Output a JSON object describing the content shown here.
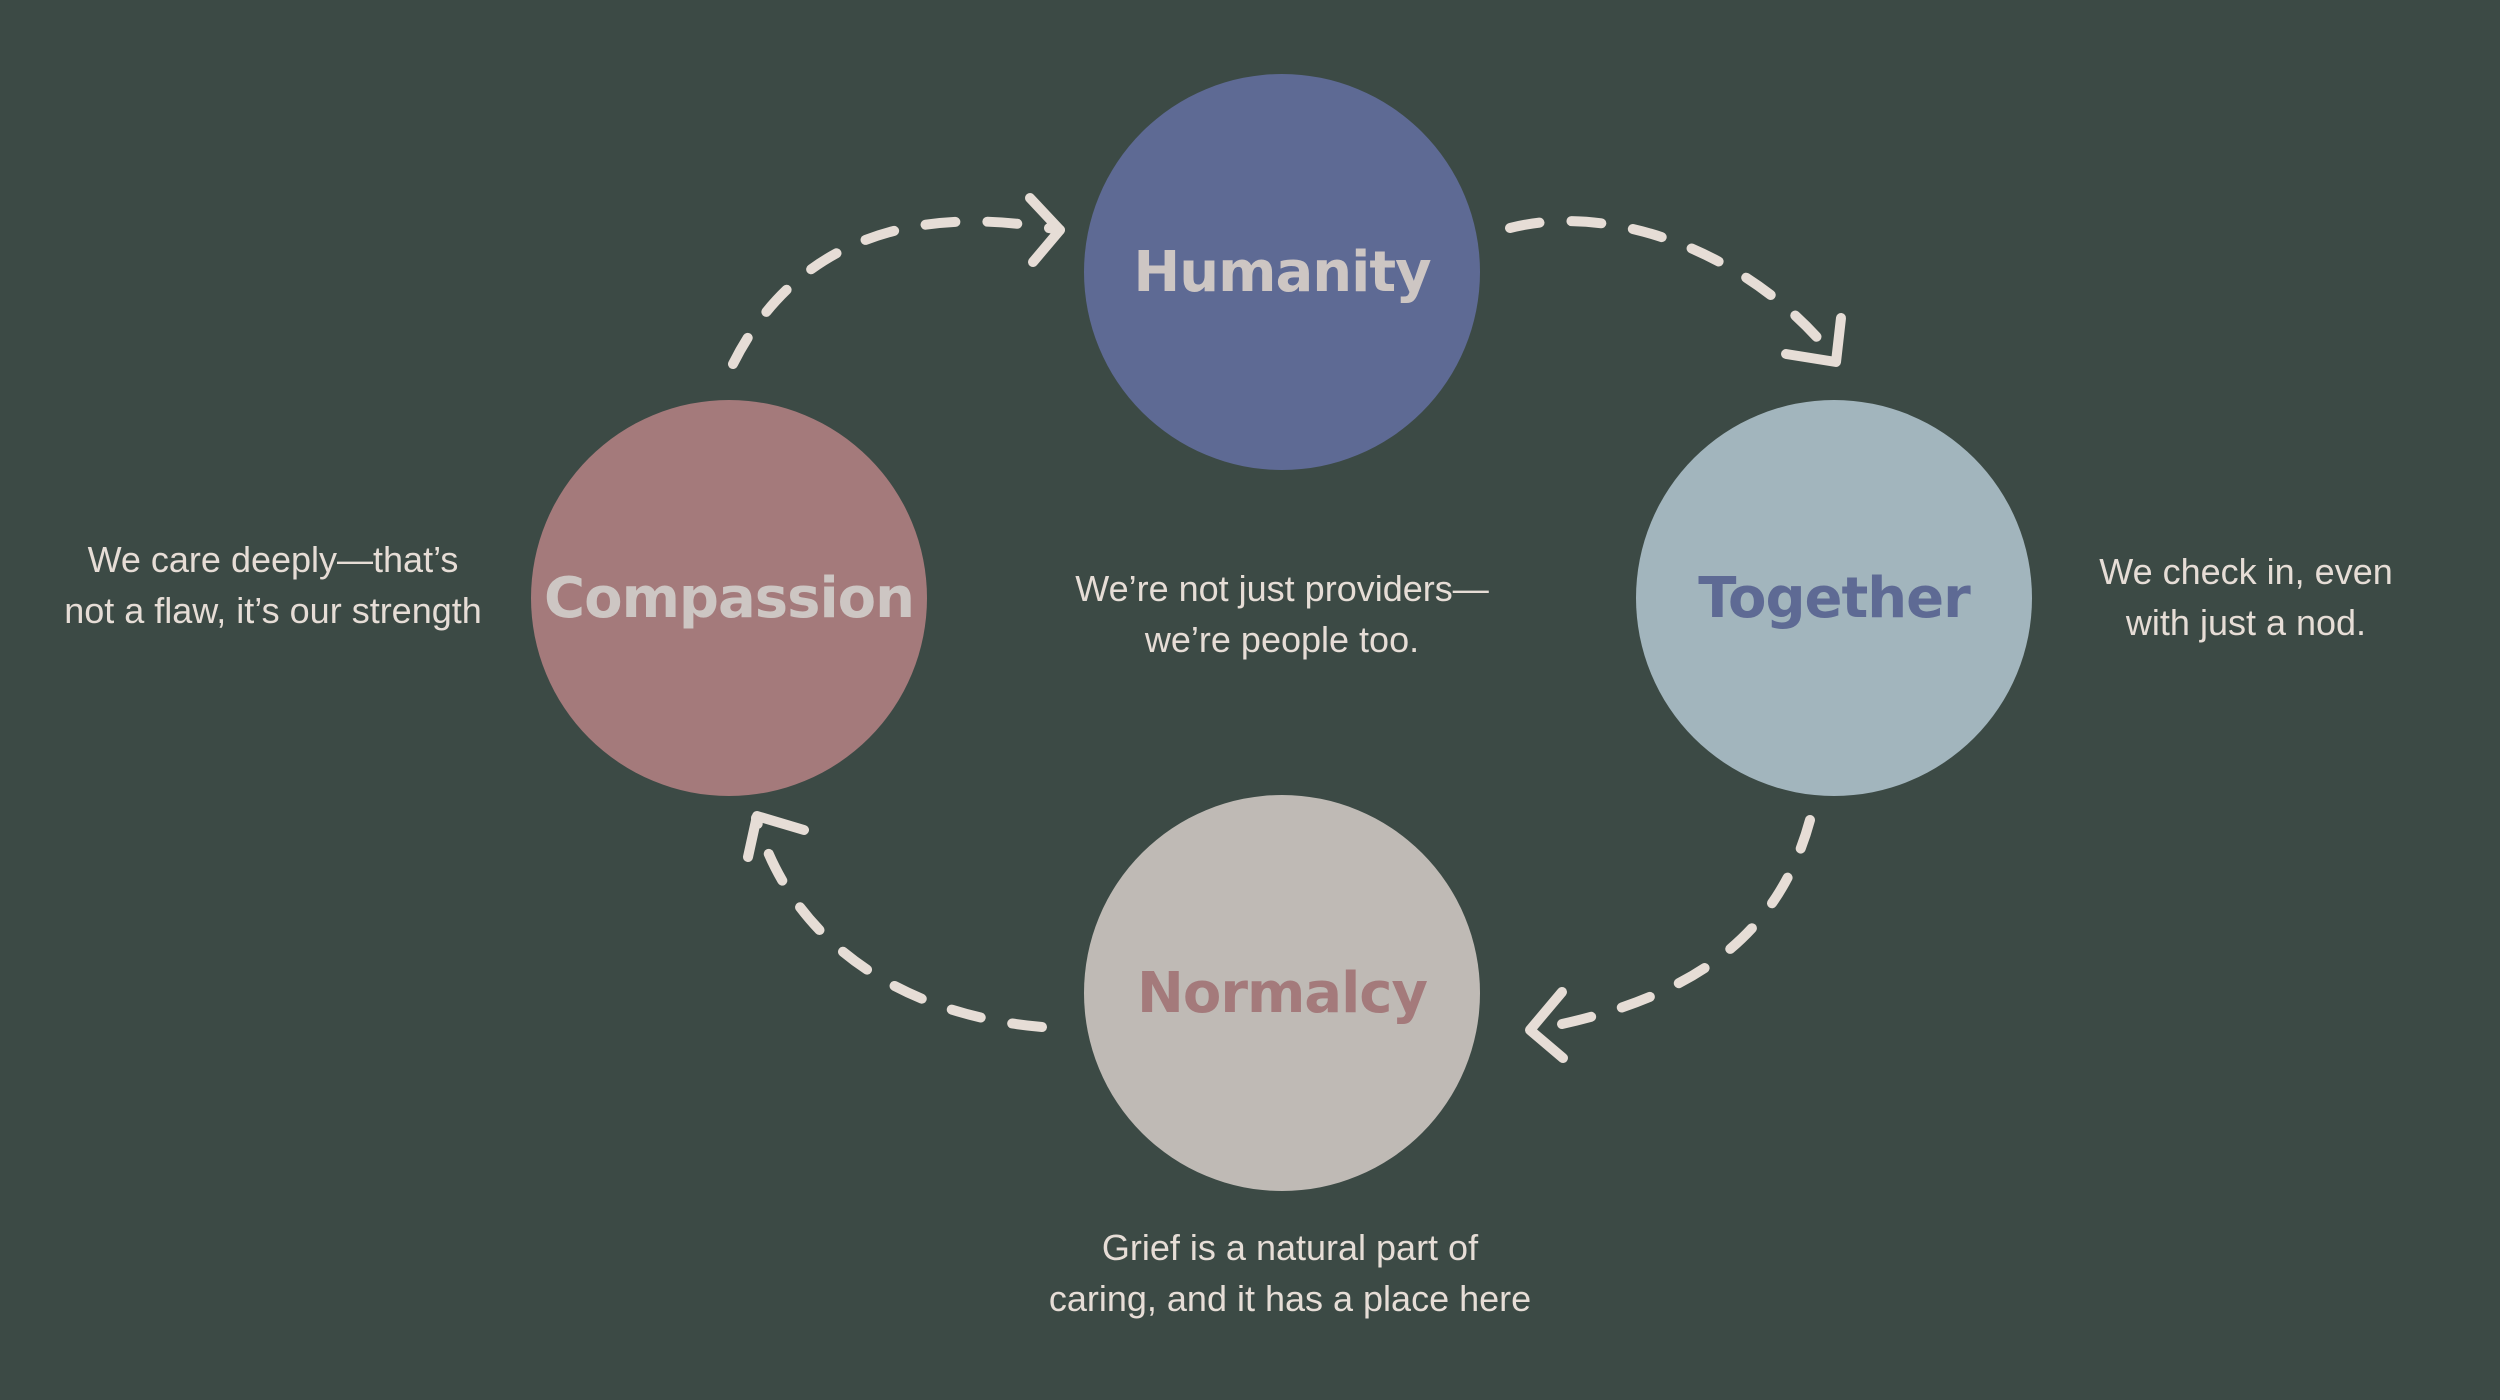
{
  "diagram": {
    "nodes": [
      {
        "label": "Humanity",
        "fill": "#5e6a94",
        "text_color": "#cdc6c3"
      },
      {
        "label": "Compassion",
        "fill": "#a47a7b",
        "text_color": "#cdc6c3"
      },
      {
        "label": "Together",
        "fill": "#a2b5bd",
        "text_color": "#5e6a94"
      },
      {
        "label": "Normalcy",
        "fill": "#bfbab5",
        "text_color": "#a47a7b"
      }
    ],
    "captions": {
      "humanity": [
        "We’re not just providers—",
        "we’re people too."
      ],
      "compassion": [
        "We care deeply—that’s",
        "not a flaw, it’s our strength"
      ],
      "together": [
        "We check in, even",
        "with just a nod."
      ],
      "normalcy": [
        "Grief is a natural part of",
        "caring, and it has a place here"
      ]
    },
    "colors": {
      "background": "#3c4a45",
      "arrow": "#e6ddd6",
      "caption": "#e6ddd6"
    }
  }
}
